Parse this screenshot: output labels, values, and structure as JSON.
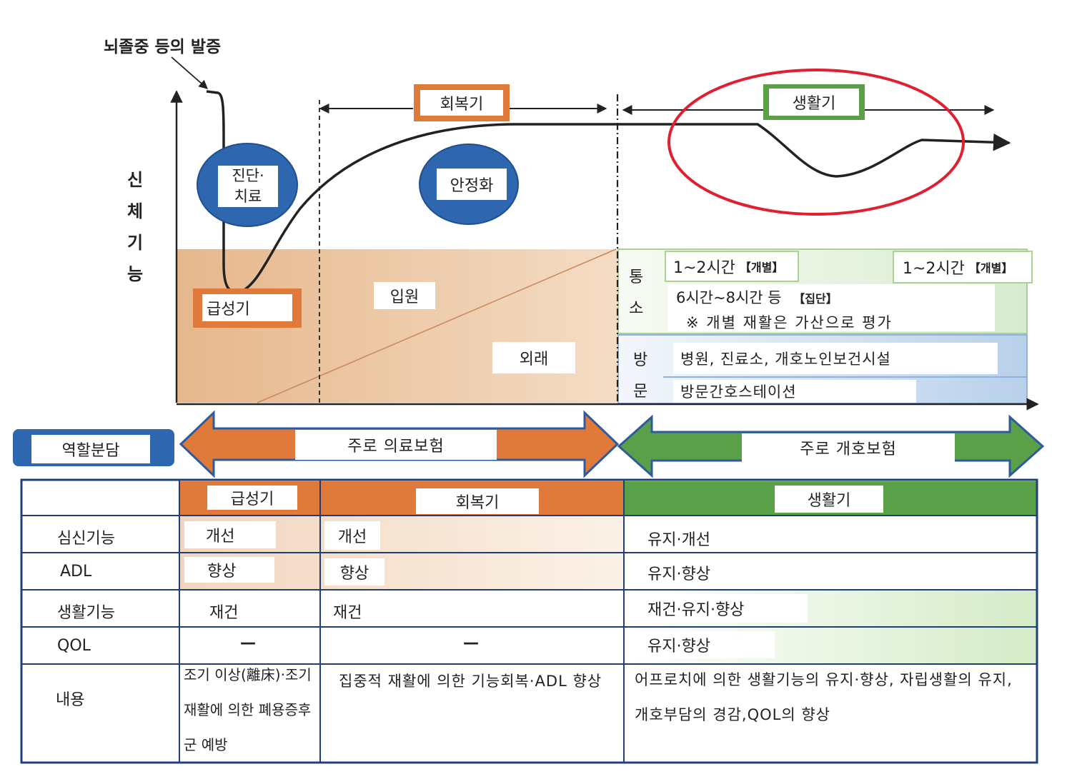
{
  "onset_label": "뇌졸중 등의 발증",
  "y_axis_label": [
    "신",
    "체",
    "기",
    "능"
  ],
  "phases": {
    "acute": "급성기",
    "recovery": "회복기",
    "living": "생활기"
  },
  "bubbles": {
    "diagnosis_line1": "진단·",
    "diagnosis_line2": "치료",
    "stabilize": "안정화"
  },
  "care_areas": {
    "inpatient": "입원",
    "outpatient": "외래"
  },
  "services": {
    "day_care_chars": [
      "통",
      "소"
    ],
    "visit_chars": [
      "방",
      "문"
    ],
    "individual_1": "1~2시간",
    "individual_1_tag": "【개별】",
    "individual_2": "1~2시간",
    "individual_2_tag": "【개별】",
    "group": "6시간~8시간 등",
    "group_tag": "【집단】",
    "note": "※ 개별 재활은 가산으로 평가",
    "visit_facilities": "병원, 진료소, 개호노인보건시설",
    "visit_nursing": "방문간호스테이션"
  },
  "role_label": "역할분담",
  "insurance": {
    "medical": "주로 의료보험",
    "care": "주로 개호보험"
  },
  "table": {
    "headers": [
      "급성기",
      "회복기",
      "생활기"
    ],
    "rows": [
      {
        "label": "심신기능",
        "acute": "개선",
        "recovery": "개선",
        "living": "유지·개선"
      },
      {
        "label": "ADL",
        "acute": "향상",
        "recovery": "향상",
        "living": "유지·향상"
      },
      {
        "label": "생활기능",
        "acute": "재건",
        "recovery": "재건",
        "living": "재건·유지·향상"
      },
      {
        "label": "QOL",
        "acute": "—",
        "recovery": "—",
        "living": "유지·향상"
      },
      {
        "label": "내용",
        "acute": "조기 이상(離床)·조기 재활에 의한 폐용증후군 예방",
        "recovery": "집중적 재활에 의한 기능회복·ADL 향상",
        "living": "어프로치에 의한 생활기능의 유지·향상, 자립생활의 유지, 개호부담의 경감,QOL의 향상"
      }
    ]
  },
  "colors": {
    "orange": "#e07a3a",
    "green": "#5aa048",
    "blue": "#2e66b0",
    "red": "#e02030",
    "beige": "#ecc49d"
  }
}
